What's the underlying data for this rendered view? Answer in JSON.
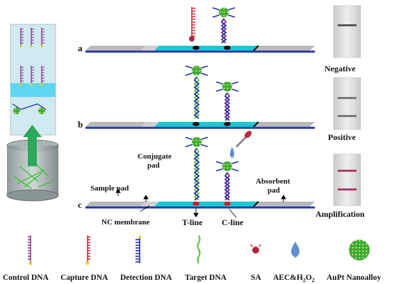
{
  "rows": [
    {
      "letter": "a",
      "result": "Negative"
    },
    {
      "letter": "b",
      "result": "Positive"
    },
    {
      "letter": "c",
      "result": "Amplification"
    }
  ],
  "strip_labels": {
    "sample_pad": "Sample pad",
    "conjugate_pad_line1": "Conjugate",
    "conjugate_pad_line2": "pad",
    "absorbent_pad_line1": "Absorbent",
    "absorbent_pad_line2": "pad",
    "nc_membrane": "NC membrane",
    "t_line": "T-line",
    "c_line": "C-line"
  },
  "legend": [
    {
      "label": "Control DNA"
    },
    {
      "label": "Capture DNA"
    },
    {
      "label": "Detection DNA"
    },
    {
      "label": "Target DNA"
    },
    {
      "label": "SA"
    },
    {
      "label": "AEC&H",
      "sub": "2",
      "mid": "O",
      "sub2": "2"
    },
    {
      "label": "AuPt Nanoalloy"
    }
  ],
  "colors": {
    "membrane": "#19c9cf",
    "pad": "#b9b9b9",
    "base": "#2d3fb5",
    "capture": "#d01b2a",
    "control": "#8a2a86",
    "detection": "#1c2ea3",
    "target": "#58c23c",
    "nanoalloy": "#3aa83a",
    "arrow": "#1fa34a"
  }
}
